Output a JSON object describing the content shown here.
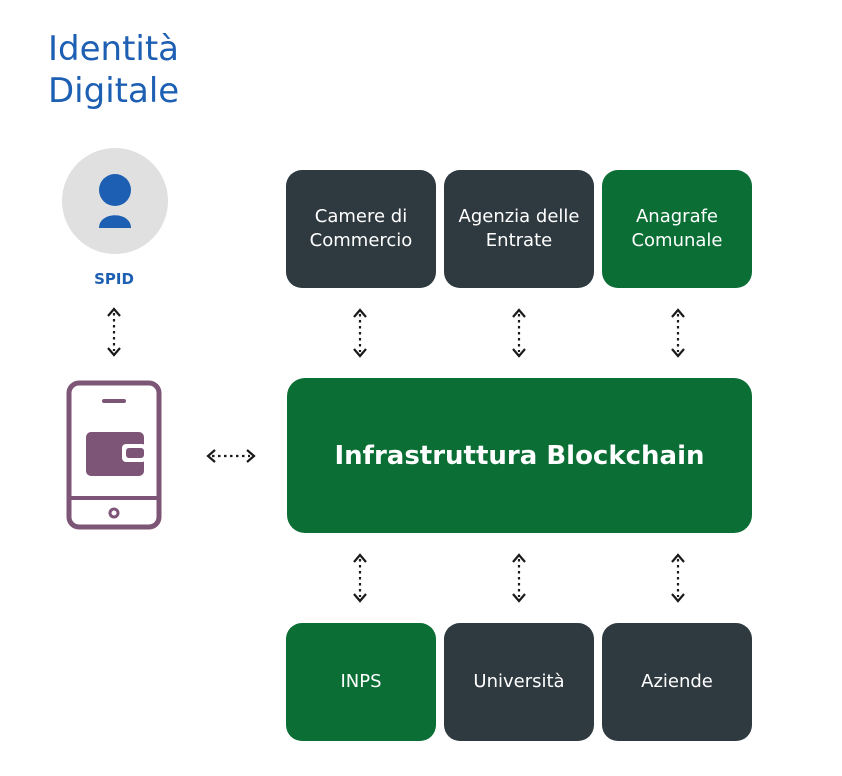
{
  "title": {
    "line1": "Identità",
    "line2": "Digitale"
  },
  "spid_label": "SPID",
  "top_boxes": [
    {
      "line1": "Camere di",
      "line2": "Commercio"
    },
    {
      "line1": "Agenzia delle",
      "line2": "Entrate"
    },
    {
      "line1": "Anagrafe",
      "line2": "Comunale"
    }
  ],
  "blockchain_label": "Infrastruttura Blockchain",
  "bottom_boxes": [
    {
      "label": "INPS"
    },
    {
      "label": "Università"
    },
    {
      "label": "Aziende"
    }
  ],
  "colors": {
    "title_blue": "#1d5fb2",
    "dark_box": "#2f3a40",
    "green_box": "#0b6e35",
    "phone_purple": "#7d5577",
    "avatar_bg": "#e0e0e0"
  }
}
